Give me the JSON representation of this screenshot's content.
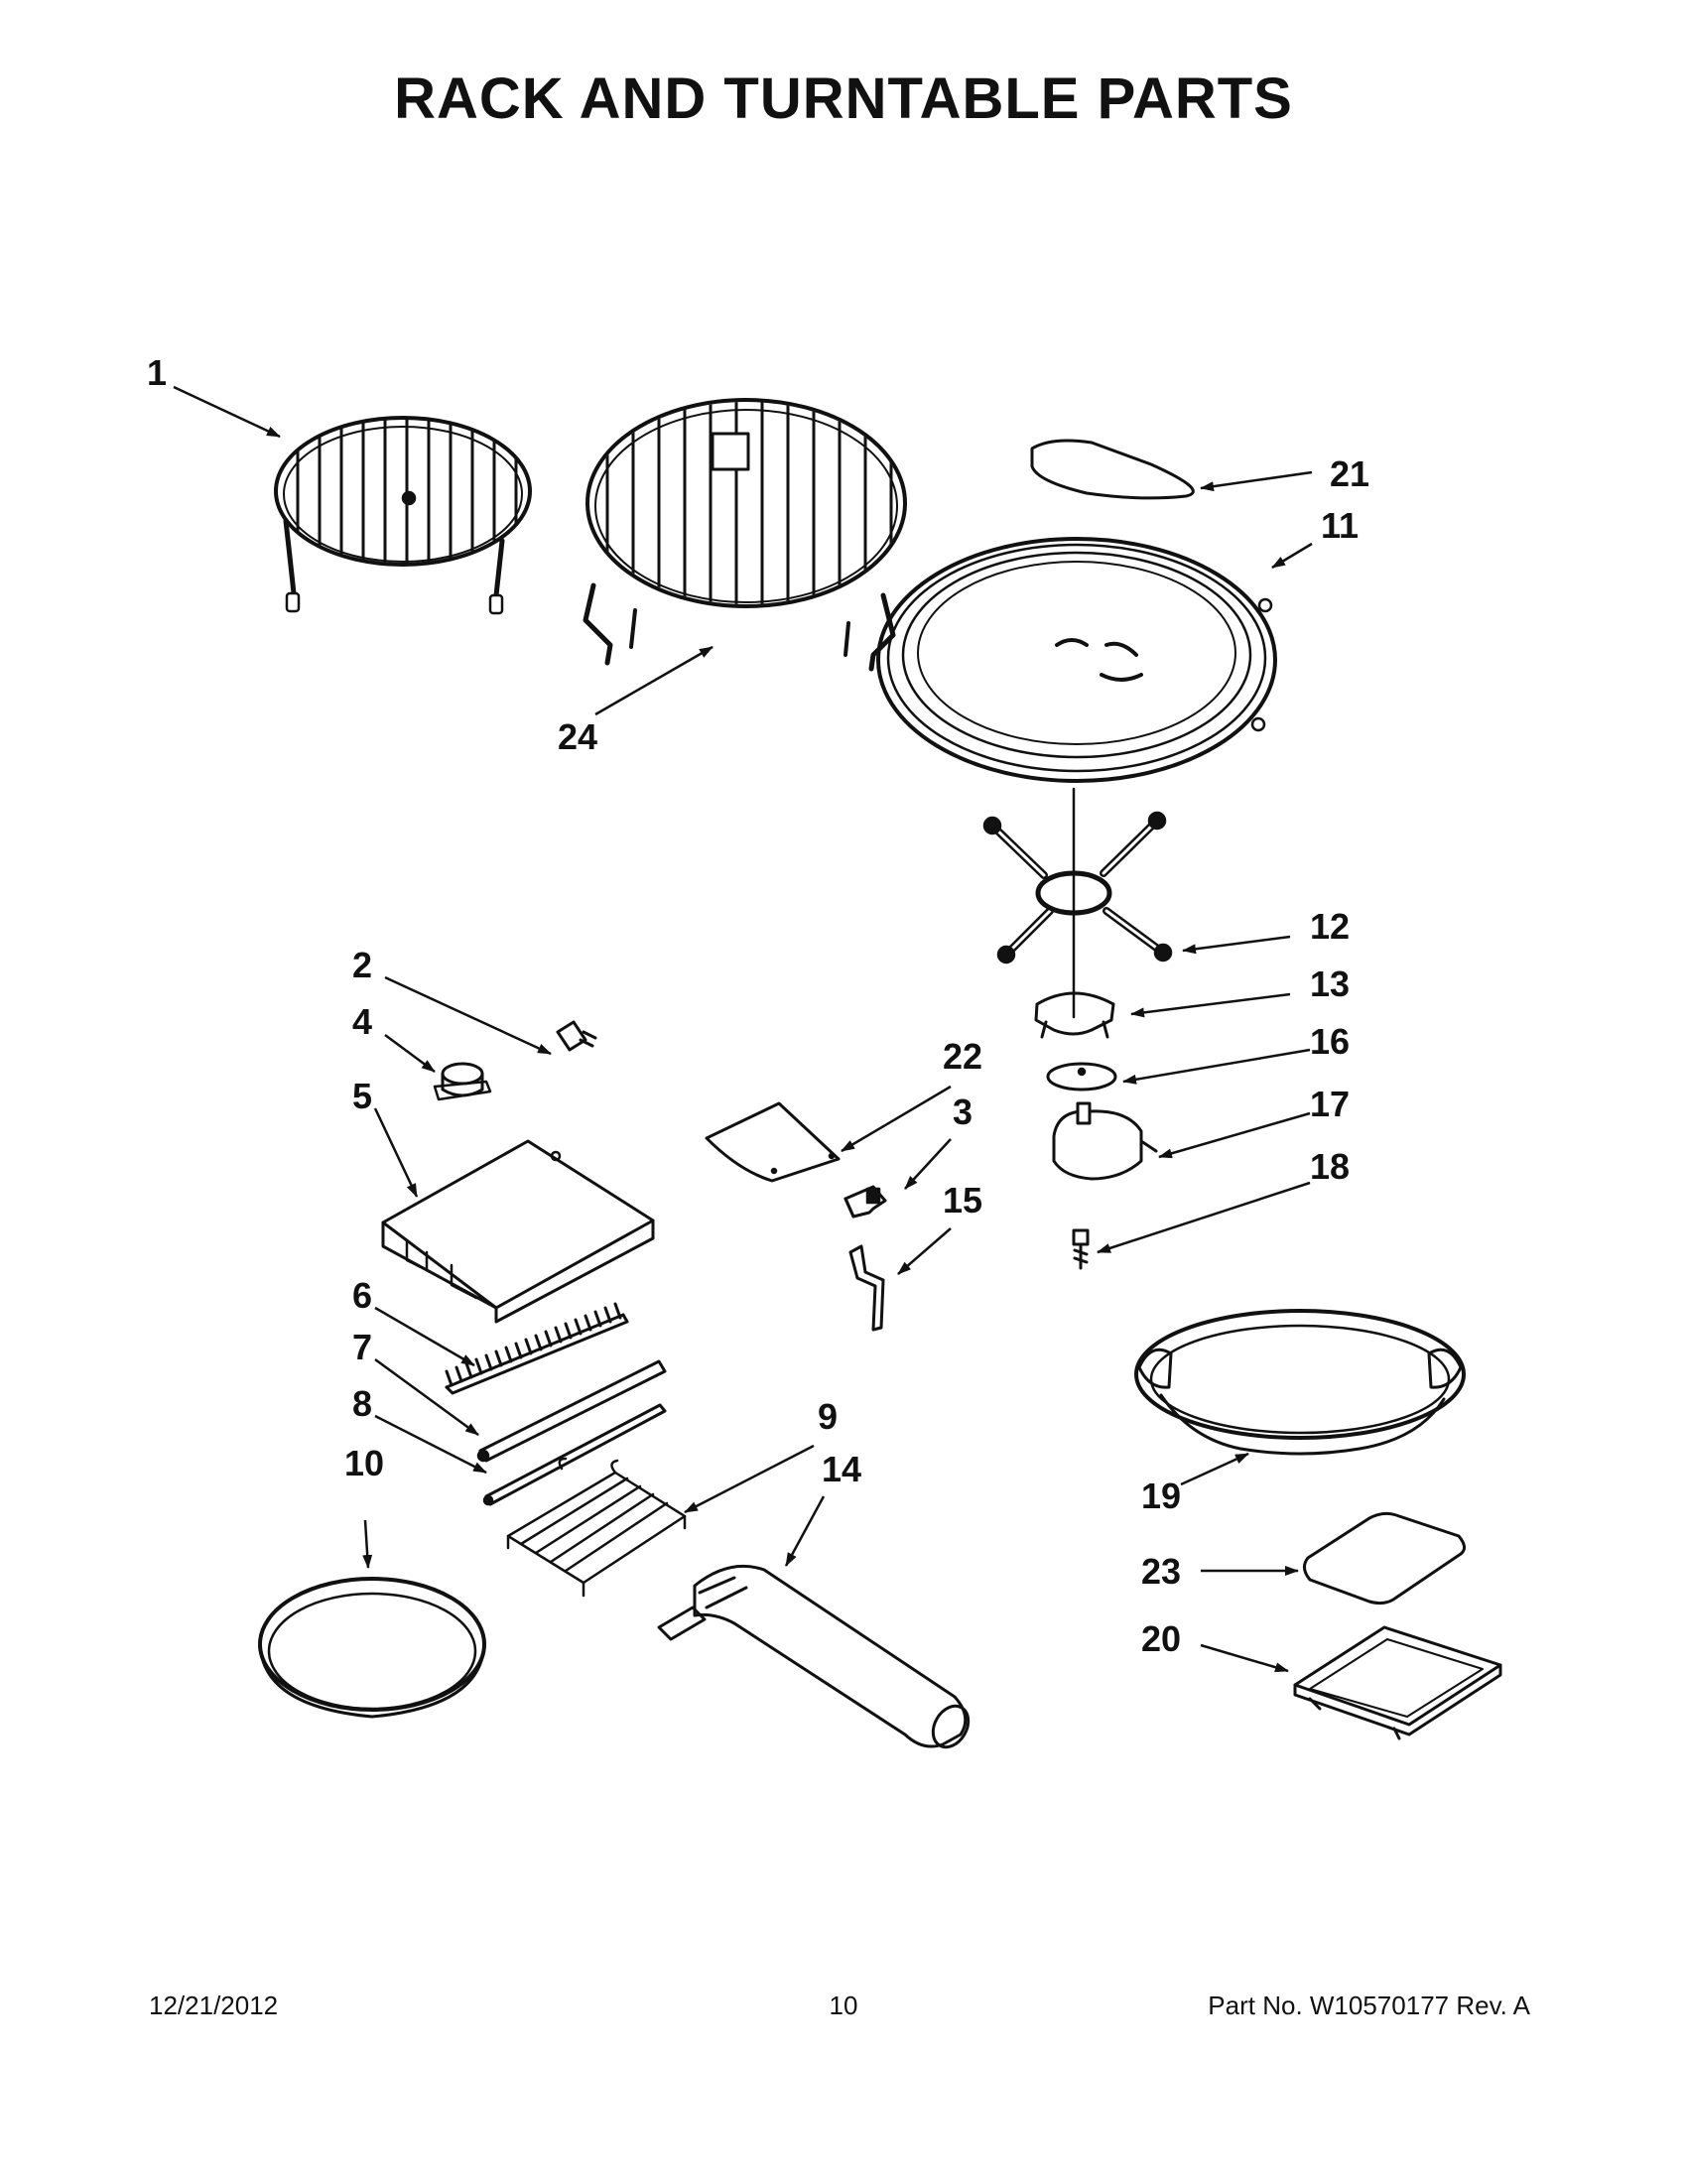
{
  "title": "RACK AND TURNTABLE PARTS",
  "callouts": {
    "c1": "1",
    "c2": "2",
    "c3": "3",
    "c4": "4",
    "c5": "5",
    "c6": "6",
    "c7": "7",
    "c8": "8",
    "c9": "9",
    "c10": "10",
    "c11": "11",
    "c12": "12",
    "c13": "13",
    "c14": "14",
    "c15": "15",
    "c16": "16",
    "c17": "17",
    "c18": "18",
    "c19": "19",
    "c20": "20",
    "c21": "21",
    "c22": "22",
    "c23": "23",
    "c24": "24"
  },
  "footer": {
    "date": "12/21/2012",
    "page": "10",
    "part_no": "Part No.  W10570177  Rev.  A"
  }
}
